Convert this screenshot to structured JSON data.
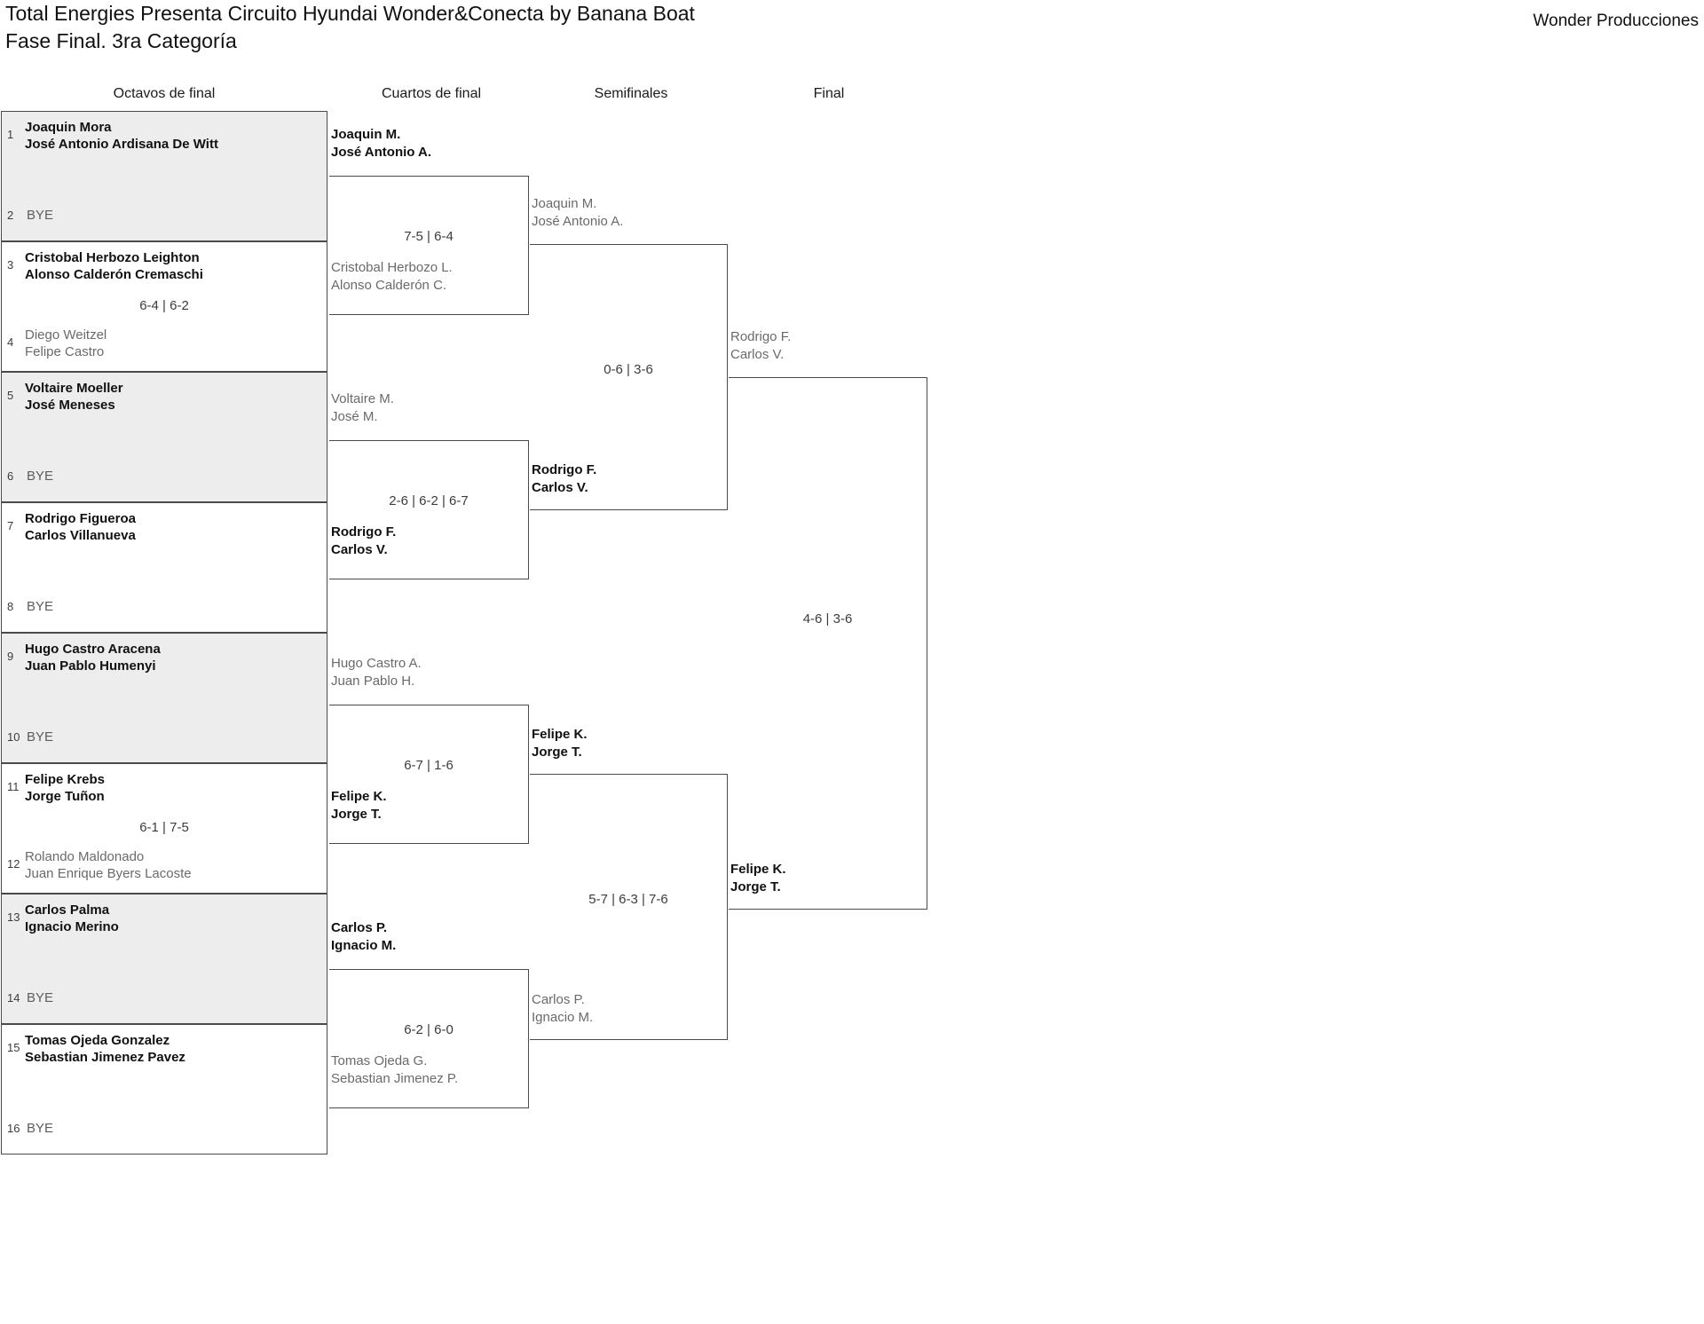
{
  "header": {
    "title": "Total Energies Presenta Circuito Hyundai Wonder&Conecta by Banana Boat\nFase Final. 3ra Categoría",
    "brand": "Wonder Producciones"
  },
  "rounds": [
    {
      "label": "Octavos de final"
    },
    {
      "label": "Cuartos de final"
    },
    {
      "label": "Semifinales"
    },
    {
      "label": "Final"
    }
  ],
  "colors": {
    "shaded_row": "#ededed",
    "border": "#4a4a4a",
    "winner_text": "#111111",
    "loser_text": "#6a6a6a"
  },
  "round1": [
    {
      "seed_top": "1",
      "seed_bot": "2",
      "top": {
        "p1": "Joaquin Mora",
        "p2": "José Antonio Ardisana De Witt",
        "winner": true
      },
      "bot": {
        "p1": "BYE",
        "p2": "",
        "winner": false
      },
      "score": ""
    },
    {
      "seed_top": "3",
      "seed_bot": "4",
      "top": {
        "p1": "Cristobal Herbozo Leighton",
        "p2": "Alonso Calderón Cremaschi",
        "winner": true
      },
      "bot": {
        "p1": "Diego Weitzel",
        "p2": "Felipe Castro",
        "winner": false
      },
      "score": "6-4 | 6-2"
    },
    {
      "seed_top": "5",
      "seed_bot": "6",
      "top": {
        "p1": "Voltaire Moeller",
        "p2": "José Meneses",
        "winner": true
      },
      "bot": {
        "p1": "BYE",
        "p2": "",
        "winner": false
      },
      "score": ""
    },
    {
      "seed_top": "7",
      "seed_bot": "8",
      "top": {
        "p1": "Rodrigo Figueroa",
        "p2": "Carlos Villanueva",
        "winner": true
      },
      "bot": {
        "p1": "BYE",
        "p2": "",
        "winner": false
      },
      "score": ""
    },
    {
      "seed_top": "9",
      "seed_bot": "10",
      "top": {
        "p1": "Hugo Castro Aracena",
        "p2": "Juan Pablo Humenyi",
        "winner": true
      },
      "bot": {
        "p1": "BYE",
        "p2": "",
        "winner": false
      },
      "score": ""
    },
    {
      "seed_top": "11",
      "seed_bot": "12",
      "top": {
        "p1": "Felipe Krebs",
        "p2": "Jorge Tuñon",
        "winner": true
      },
      "bot": {
        "p1": "Rolando Maldonado",
        "p2": "Juan Enrique Byers Lacoste",
        "winner": false
      },
      "score": "6-1 | 7-5"
    },
    {
      "seed_top": "13",
      "seed_bot": "14",
      "top": {
        "p1": "Carlos Palma",
        "p2": "Ignacio Merino",
        "winner": true
      },
      "bot": {
        "p1": "BYE",
        "p2": "",
        "winner": false
      },
      "score": ""
    },
    {
      "seed_top": "15",
      "seed_bot": "16",
      "top": {
        "p1": "Tomas Ojeda Gonzalez",
        "p2": "Sebastian Jimenez Pavez",
        "winner": true
      },
      "bot": {
        "p1": "BYE",
        "p2": "",
        "winner": false
      },
      "score": ""
    }
  ],
  "round2": [
    {
      "top": {
        "p1": "Joaquin M.",
        "p2": "José Antonio A.",
        "winner": true
      },
      "bot": {
        "p1": "Cristobal Herbozo L.",
        "p2": "Alonso Calderón C.",
        "winner": false
      },
      "score": "7-5 | 6-4"
    },
    {
      "top": {
        "p1": "Voltaire M.",
        "p2": "José M.",
        "winner": false
      },
      "bot": {
        "p1": "Rodrigo F.",
        "p2": "Carlos V.",
        "winner": true
      },
      "score": "2-6 | 6-2 | 6-7"
    },
    {
      "top": {
        "p1": "Hugo Castro A.",
        "p2": "Juan Pablo H.",
        "winner": false
      },
      "bot": {
        "p1": "Felipe K.",
        "p2": "Jorge T.",
        "winner": true
      },
      "score": "6-7 | 1-6"
    },
    {
      "top": {
        "p1": "Carlos P.",
        "p2": "Ignacio M.",
        "winner": true
      },
      "bot": {
        "p1": "Tomas Ojeda G.",
        "p2": "Sebastian Jimenez P.",
        "winner": false
      },
      "score": "6-2 | 6-0"
    }
  ],
  "round3": [
    {
      "top": {
        "p1": "Joaquin M.",
        "p2": "José Antonio A.",
        "winner": false
      },
      "bot": {
        "p1": "Rodrigo F.",
        "p2": "Carlos V.",
        "winner": true
      },
      "score": "0-6 | 3-6"
    },
    {
      "top": {
        "p1": "Felipe K.",
        "p2": "Jorge T.",
        "winner": true
      },
      "bot": {
        "p1": "Carlos P.",
        "p2": "Ignacio M.",
        "winner": false
      },
      "score": "5-7 | 6-3 | 7-6"
    }
  ],
  "round4": [
    {
      "top": {
        "p1": "Rodrigo F.",
        "p2": "Carlos V.",
        "winner": false
      },
      "bot": {
        "p1": "Felipe K.",
        "p2": "Jorge T.",
        "winner": true
      },
      "score": "4-6 | 3-6"
    }
  ]
}
